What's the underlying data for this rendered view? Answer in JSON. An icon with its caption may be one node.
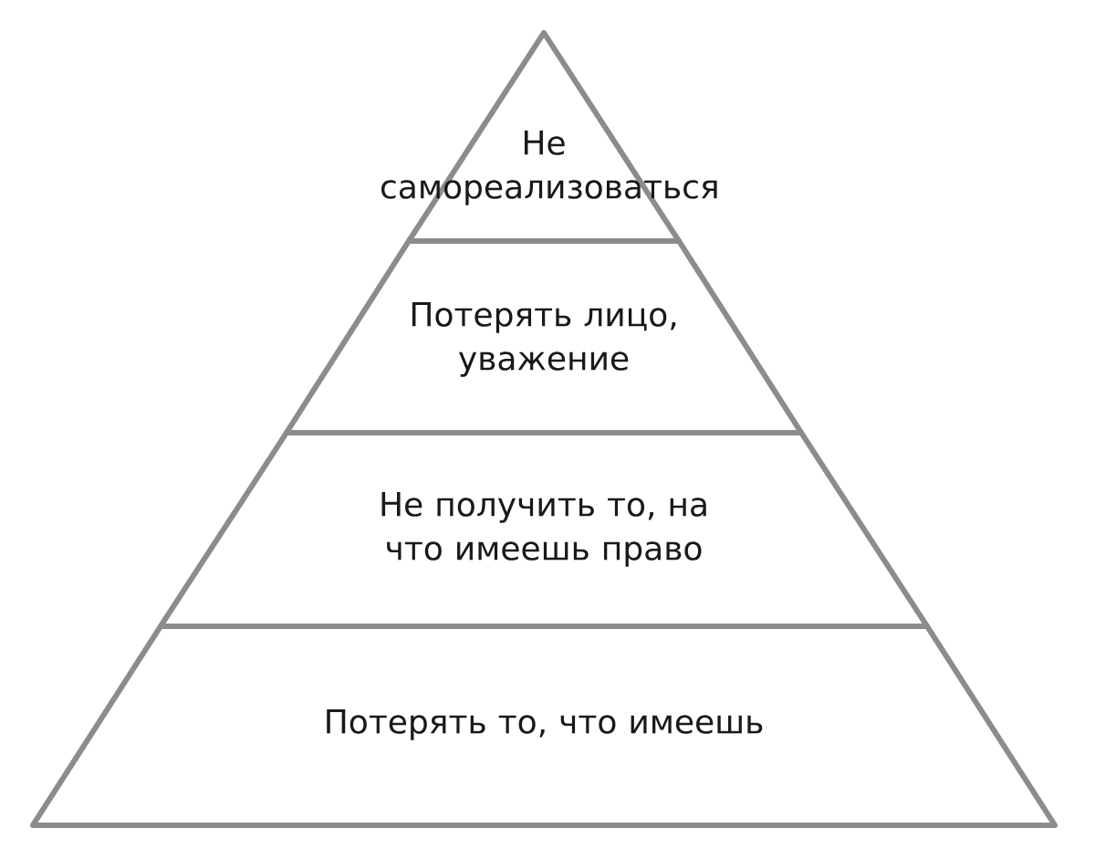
{
  "diagram": {
    "nodes": [
      {
        "text": [
          "Не самореализоваться"
        ]
      },
      {
        "text": [
          "Потерять лицо, уважение"
        ]
      },
      {
        "text": [
          "Не получить то, на что имеешь право"
        ]
      },
      {
        "text": [
          "Потерять то, что имеешь"
        ]
      }
    ]
  }
}
